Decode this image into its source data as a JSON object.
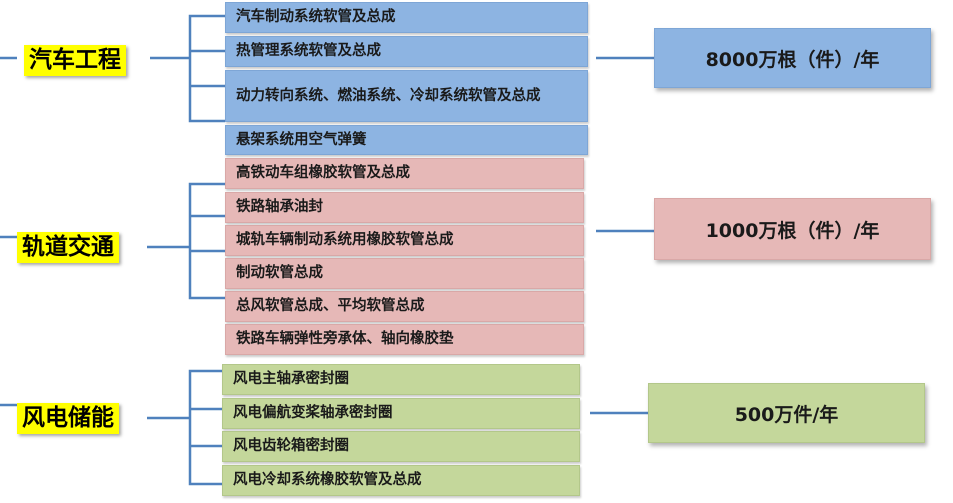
{
  "colors": {
    "connector": "#4f81bd",
    "automotive": "#8db4e2",
    "rail": "#e6b8b7",
    "wind": "#c4d79b",
    "category_highlight": "#ffff00"
  },
  "groups": [
    {
      "category": "汽车工程",
      "capacity": "8000万根（件）/年",
      "items": [
        "汽车制动系统软管及总成",
        "热管理系统软管及总成",
        "动力转向系统、燃油系统、冷却系统软管及总成",
        "悬架系统用空气弹簧"
      ]
    },
    {
      "category": "轨道交通",
      "capacity": "1000万根（件）/年",
      "items": [
        "高铁动车组橡胶软管及总成",
        "铁路轴承油封",
        "城轨车辆制动系统用橡胶软管总成",
        "制动软管总成",
        "总风软管总成、平均软管总成",
        "铁路车辆弹性旁承体、轴向橡胶垫"
      ]
    },
    {
      "category": "风电储能",
      "capacity": "500万件/年",
      "items": [
        "风电主轴承密封圈",
        "风电偏航变桨轴承密封圈",
        "风电齿轮箱密封圈",
        "风电冷却系统橡胶软管及总成"
      ]
    }
  ]
}
